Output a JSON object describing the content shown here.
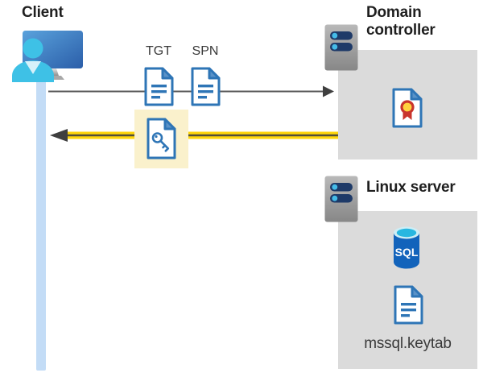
{
  "diagram": {
    "client": {
      "label": "Client"
    },
    "domain_controller": {
      "label": "Domain controller"
    },
    "linux_server": {
      "label": "Linux server"
    },
    "tickets": {
      "tgt_label": "TGT",
      "spn_label": "SPN"
    },
    "sql": {
      "label": "SQL"
    },
    "keytab": {
      "label": "mssql.keytab"
    }
  },
  "icons": {
    "client": "user-at-computer-icon",
    "domain_controller": "server-icon",
    "linux_server": "server-icon",
    "tgt": "document-icon",
    "spn": "document-icon",
    "service_ticket": "key-document-icon",
    "certificate": "certificate-icon",
    "database": "sql-database-icon",
    "keytab_file": "document-icon"
  },
  "colors": {
    "accent_blue": "#2e75b6",
    "fold_blue": "#5a92c8",
    "person_cyan": "#3ec1e6",
    "lifeline_blue": "#c3dcf6",
    "box_gray": "#dbdbdb",
    "highlight": "#faf1cc",
    "arrow_yellow": "#ffd60a",
    "arrow_dark": "#3f3f3f",
    "line_gray": "#595959",
    "bar_navy": "#1e3a68",
    "dot_cyan": "#45bce8",
    "seal_red": "#c9342c",
    "seal_yellow": "#ffd23e",
    "sql_body_blue": "#1263bb",
    "sql_top_cyan": "#28b7e0"
  }
}
